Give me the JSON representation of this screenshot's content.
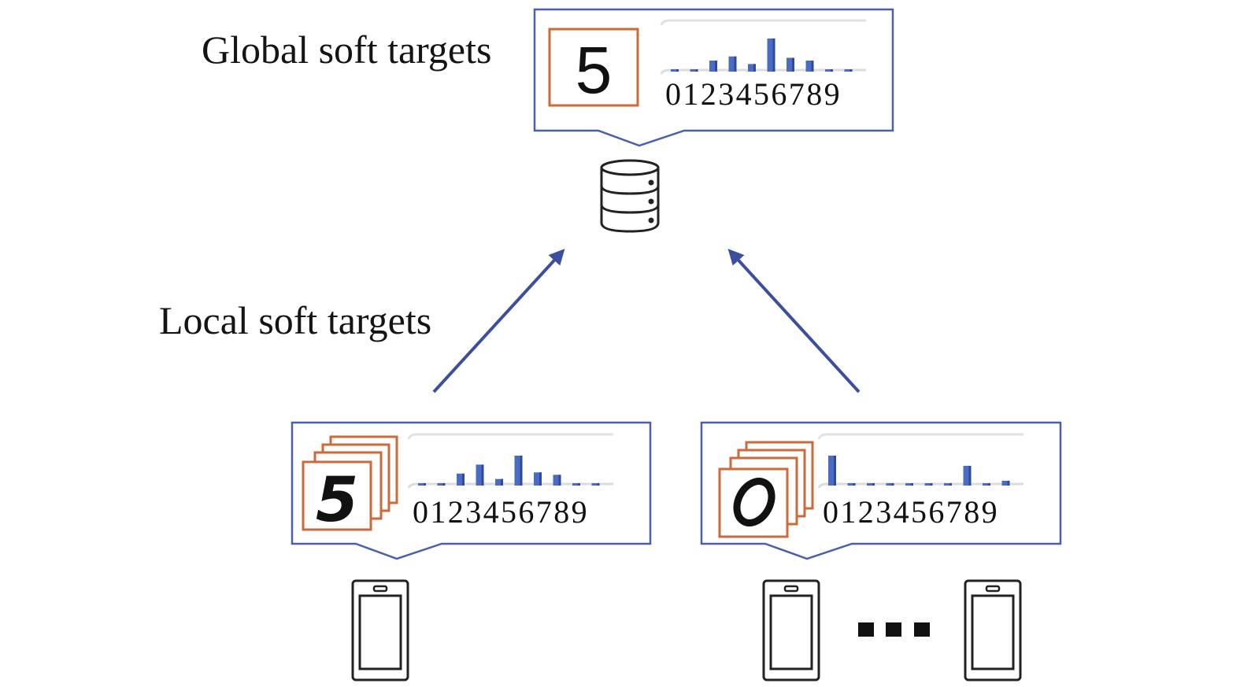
{
  "labels": {
    "global": "Global soft targets",
    "local": "Local soft targets"
  },
  "colors": {
    "box_border": "#4a5fad",
    "bar": "#4a6cc4",
    "bar_shade": "#2e4a99",
    "sample_border": "#cc6a3a",
    "arrow": "#3c4f9f",
    "icon": "#222222"
  },
  "global_panel": {
    "sample_digit": "5",
    "axis_digits": "0123456789"
  },
  "local_panels": [
    {
      "sample_digit": "5",
      "axis_digits": "0123456789"
    },
    {
      "sample_digit": "0",
      "axis_digits": "0123456789"
    }
  ],
  "ellipsis": "...",
  "chart_data": [
    {
      "type": "bar",
      "title": "Global soft targets",
      "categories": [
        "0",
        "1",
        "2",
        "3",
        "4",
        "5",
        "6",
        "7",
        "8",
        "9"
      ],
      "values": [
        0.03,
        0.03,
        0.16,
        0.22,
        0.11,
        0.48,
        0.2,
        0.16,
        0.03,
        0.03
      ],
      "xlabel": "",
      "ylabel": "",
      "ylim": [
        0,
        0.65
      ],
      "grid": true
    },
    {
      "type": "bar",
      "title": "Local soft targets (client 1)",
      "categories": [
        "0",
        "1",
        "2",
        "3",
        "4",
        "5",
        "6",
        "7",
        "8",
        "9"
      ],
      "values": [
        0.03,
        0.03,
        0.2,
        0.35,
        0.11,
        0.5,
        0.22,
        0.18,
        0.03,
        0.03
      ],
      "xlabel": "",
      "ylabel": "",
      "ylim": [
        0,
        0.75
      ],
      "grid": true
    },
    {
      "type": "bar",
      "title": "Local soft targets (client 2)",
      "categories": [
        "0",
        "1",
        "2",
        "3",
        "4",
        "5",
        "6",
        "7",
        "8",
        "9"
      ],
      "values": [
        0.5,
        0.03,
        0.03,
        0.04,
        0.03,
        0.03,
        0.04,
        0.33,
        0.03,
        0.08
      ],
      "xlabel": "",
      "ylabel": "",
      "ylim": [
        0,
        0.75
      ],
      "grid": true
    }
  ]
}
